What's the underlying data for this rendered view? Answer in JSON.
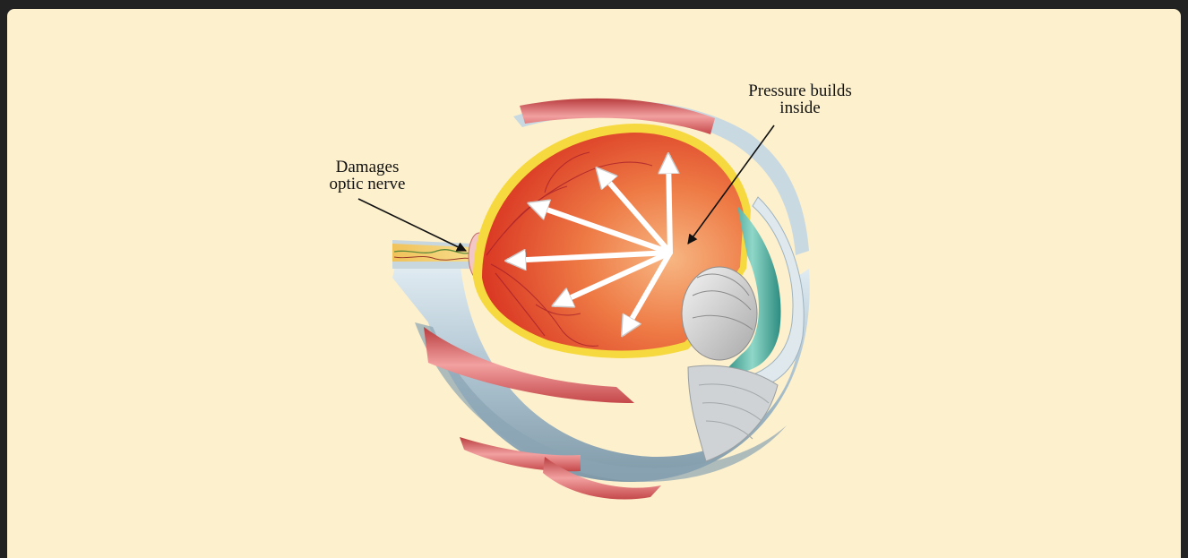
{
  "labels": {
    "optic_nerve": {
      "line1": "Damages",
      "line2": "optic nerve"
    },
    "pressure": {
      "line1": "Pressure builds",
      "line2": "inside"
    }
  },
  "colors": {
    "background": "#fdf0cd",
    "frame": "#222222",
    "retina": "#e8552a",
    "sclera": "#b7cbd6",
    "muscle": "#d8636a"
  }
}
